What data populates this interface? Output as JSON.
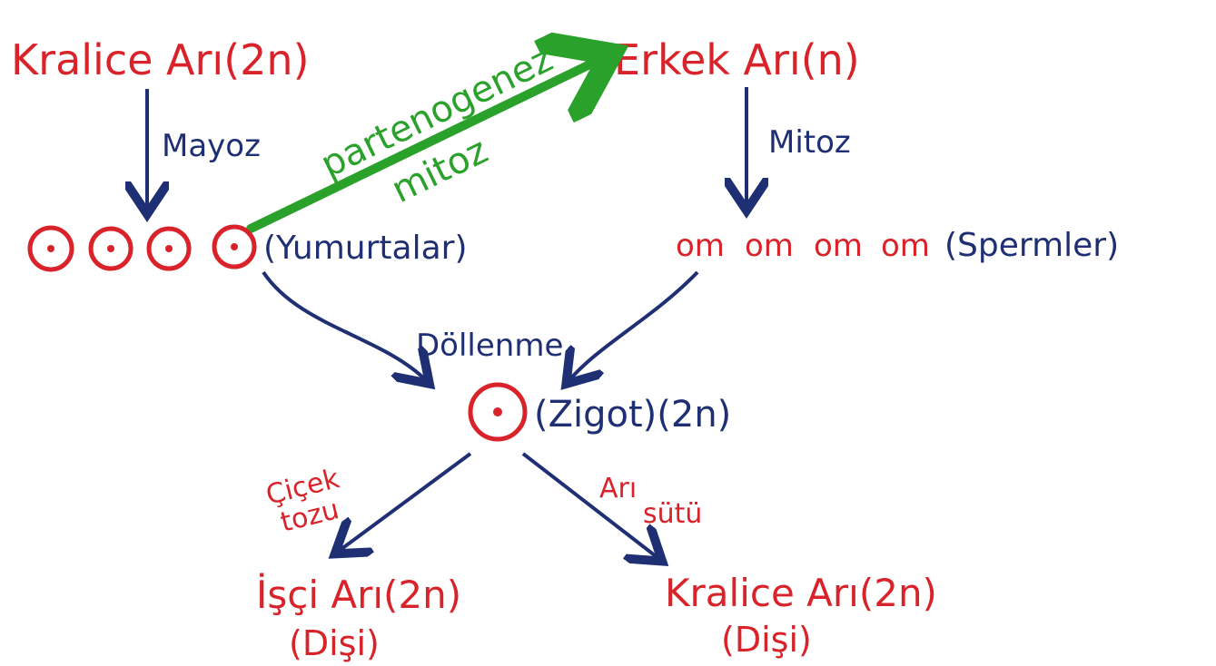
{
  "colors": {
    "red": "#d8232a",
    "navy": "#1f2f73",
    "green": "#2aa12a",
    "background": "#ffffff"
  },
  "labels": {
    "queen_top": "Kralice Arı(2n)",
    "drone_top": "Erkek Arı(n)",
    "meiosis": "Mayoz",
    "mitosis": "Mitoz",
    "parthenogenesis": "partenogenez",
    "parthenogenesis_mitosis": "mitoz",
    "eggs": "(Yumurtalar)",
    "sperms": "(Spermler)",
    "sperm_glyph": "om",
    "fertilization": "Döllenme",
    "zygote": "(Zigot)(2n)",
    "pollen_line1": "Çiçek",
    "pollen_line2": "tozu",
    "royal_jelly_line1": "Arı",
    "royal_jelly_line2": "sütü",
    "worker": "İşçi Arı(2n)",
    "worker_sex": "(Dişi)",
    "queen_bottom": "Kralice Arı(2n)",
    "queen_bottom_sex": "(Dişi)"
  },
  "icons": {
    "egg": "egg-cell-icon",
    "sperm": "sperm-cell-icon",
    "zygote": "zygote-cell-icon"
  }
}
